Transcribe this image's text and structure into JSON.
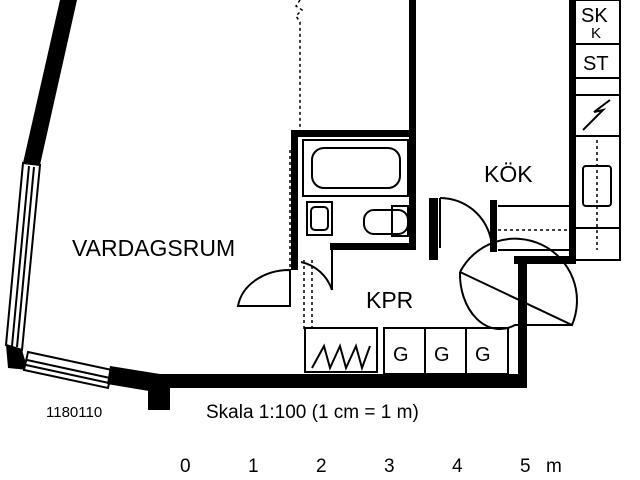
{
  "plan_id": "1180110",
  "scale_text": "Skala 1:100 (1 cm = 1 m)",
  "rooms": {
    "vardagsrum": "VARDAGSRUM",
    "kok": "KÖK",
    "kpr": "KPR"
  },
  "fixtures": {
    "sk": "SK",
    "k": "K",
    "st": "ST",
    "wardrobes": [
      "G",
      "G",
      "G"
    ]
  },
  "scale_bar": {
    "ticks": [
      "0",
      "1",
      "2",
      "3",
      "4",
      "5"
    ],
    "unit": "m"
  },
  "colors": {
    "ink": "#000000",
    "paper": "#ffffff"
  }
}
